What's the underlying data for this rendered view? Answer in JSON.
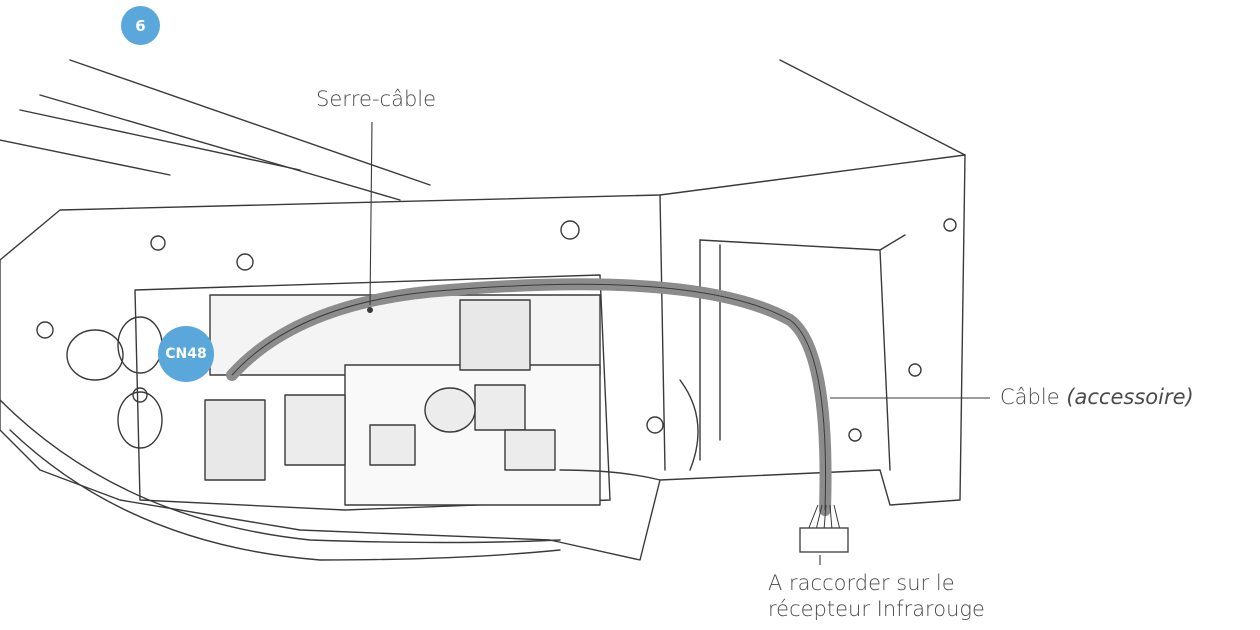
{
  "step": {
    "number": "6"
  },
  "connector": {
    "label": "CN48"
  },
  "callouts": {
    "cable_tie": "Serre-câble",
    "cable_main": "Câble",
    "cable_qualifier": "(accessoire)",
    "connect_line1": "A raccorder sur le",
    "connect_line2": "récepteur Infrarouge"
  },
  "colors": {
    "badge": "#5aa7dc",
    "line": "#3a3a3a",
    "cable": "#8c8c8c",
    "label_text": "#4a4a4a"
  }
}
